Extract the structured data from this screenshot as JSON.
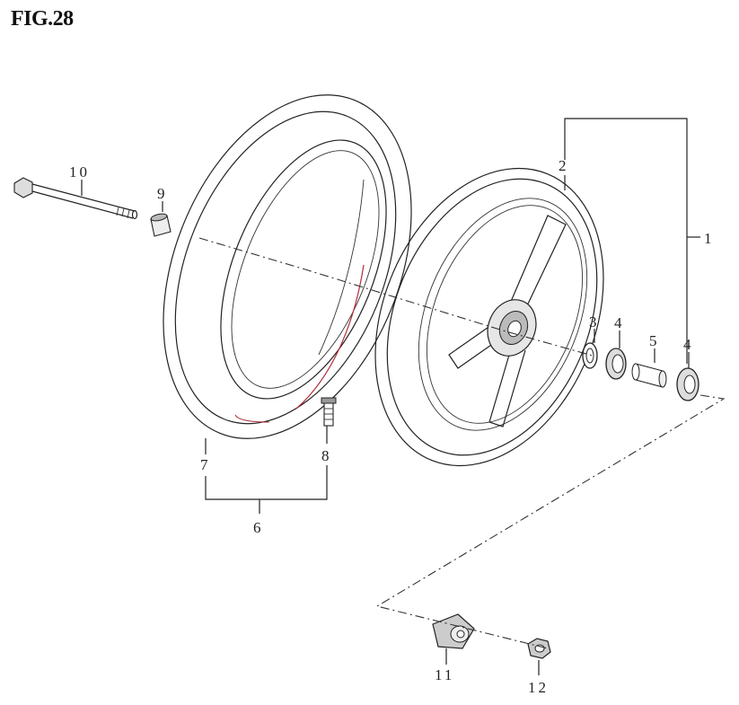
{
  "figure": {
    "title": "FIG.28"
  },
  "callouts": [
    {
      "id": "1",
      "label": "1"
    },
    {
      "id": "2",
      "label": "2"
    },
    {
      "id": "3",
      "label": "3"
    },
    {
      "id": "4a",
      "label": "4"
    },
    {
      "id": "4b",
      "label": "4"
    },
    {
      "id": "5",
      "label": "5"
    },
    {
      "id": "6",
      "label": "6"
    },
    {
      "id": "7",
      "label": "7"
    },
    {
      "id": "8",
      "label": "8"
    },
    {
      "id": "9",
      "label": "9"
    },
    {
      "id": "10",
      "label": "10"
    },
    {
      "id": "11",
      "label": "11"
    },
    {
      "id": "12",
      "label": "12"
    }
  ],
  "colors": {
    "line": "#222222",
    "accent_tire_line": "#b0303a",
    "background": "#ffffff"
  }
}
